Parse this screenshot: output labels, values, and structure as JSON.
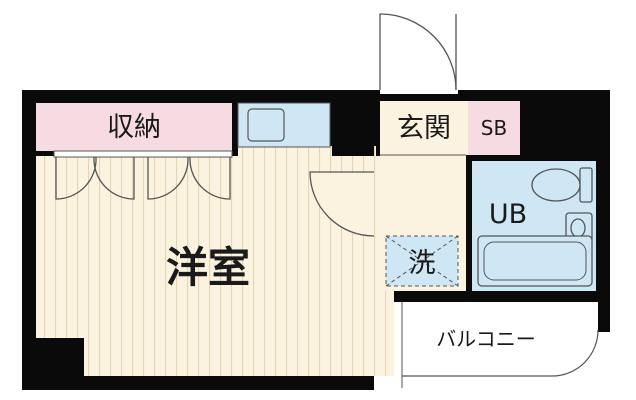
{
  "rooms": {
    "western_room": "洋室",
    "storage": "収納",
    "entrance": "玄関",
    "shoe_box": "SB",
    "unit_bath": "UB",
    "washer": "洗",
    "balcony": "バルコニー"
  },
  "colors": {
    "wall": "#0a0a0a",
    "floor": "#fbf3df",
    "floor_stripe": "#e3d5b6",
    "storage": "#f6dbe2",
    "wet_area": "#cfe7f5",
    "entrance": "#fbf3df",
    "outline": "#555555"
  }
}
